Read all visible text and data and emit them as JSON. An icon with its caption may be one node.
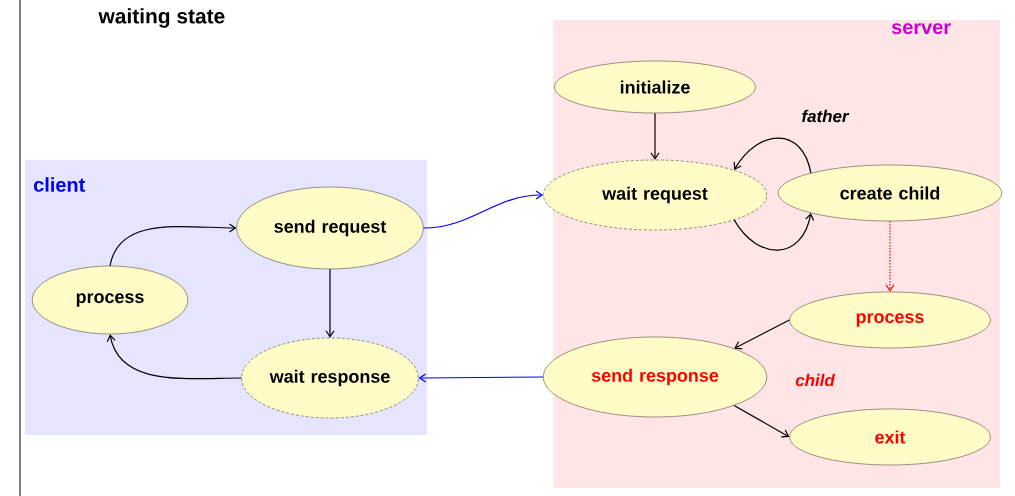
{
  "diagram": {
    "title": "waiting state",
    "nodes": [
      {
        "text": [
          "client"
        ]
      },
      {
        "text": [
          "server"
        ]
      },
      {
        "text": [
          "process"
        ],
        "in": 0
      },
      {
        "text": [
          "send request"
        ],
        "in": 0
      },
      {
        "text": [
          "wait response"
        ],
        "in": 0
      },
      {
        "text": [
          "initialize"
        ],
        "in": 1
      },
      {
        "text": [
          "wait request"
        ],
        "in": 1
      },
      {
        "text": [
          "create child"
        ],
        "in": 1
      },
      {
        "text": [
          "process"
        ],
        "in": 1
      },
      {
        "text": [
          "send response"
        ],
        "in": 1
      },
      {
        "text": [
          "exit"
        ],
        "in": 1
      }
    ],
    "edges": [
      {
        "from": 2,
        "to": 3,
        "arrow": "to"
      },
      {
        "from": 3,
        "to": 4,
        "arrow": "to"
      },
      {
        "from": 4,
        "to": 2,
        "arrow": "to"
      },
      {
        "from": 3,
        "to": 6,
        "arrow": "to",
        "color": "#0000ff"
      },
      {
        "from": 9,
        "to": 4,
        "arrow": "to",
        "color": "#0000ff"
      },
      {
        "from": 5,
        "to": 6,
        "arrow": "to"
      },
      {
        "from": 7,
        "to": 6,
        "arrow": "to"
      },
      {
        "from": 6,
        "to": 7,
        "arrow": "to"
      },
      {
        "from": 7,
        "to": 8,
        "arrow": "to",
        "style": "dashed",
        "color": "#ff0000"
      },
      {
        "from": 8,
        "to": 9,
        "arrow": "to"
      },
      {
        "from": 9,
        "to": 10,
        "arrow": "to"
      }
    ],
    "labels": [
      "father",
      "child"
    ]
  }
}
